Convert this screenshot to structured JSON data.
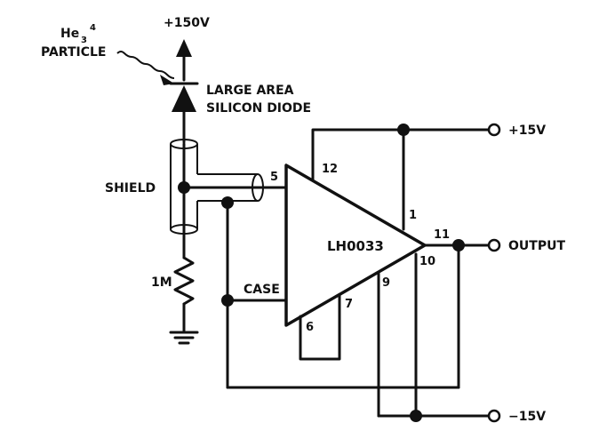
{
  "labels": {
    "particle_line1": "He",
    "particle_sub": "3",
    "particle_sup": "4",
    "particle_line2": "PARTICLE",
    "supply_top": "+150V",
    "diode_line1": "LARGE AREA",
    "diode_line2": "SILICON DIODE",
    "shield": "SHIELD",
    "resistor": "1M",
    "case": "CASE",
    "chip": "LH0033",
    "pos_supply": "+15V",
    "neg_supply": "−15V",
    "output": "OUTPUT"
  },
  "pins": {
    "p5": "5",
    "p12": "12",
    "p1": "1",
    "p11": "11",
    "p10": "10",
    "p9": "9",
    "p7": "7",
    "p6": "6"
  }
}
